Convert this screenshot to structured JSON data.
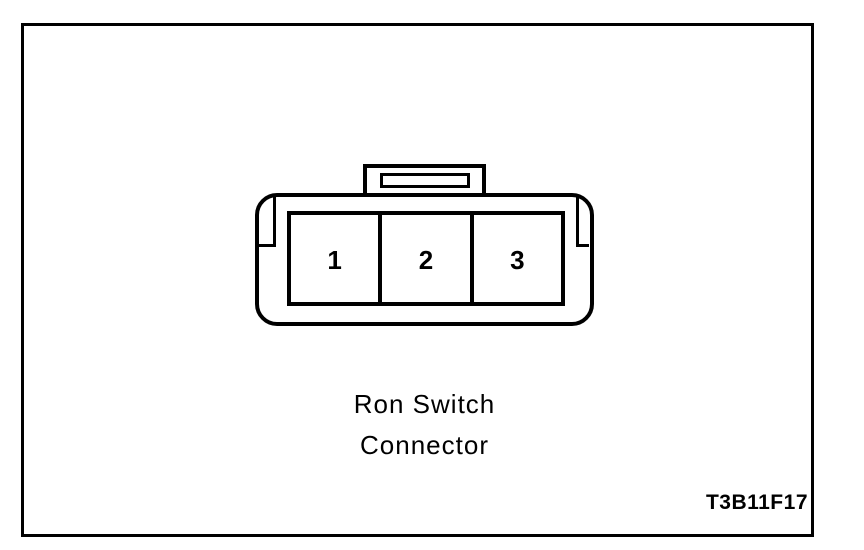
{
  "window": {
    "background_color": "#ffffff",
    "line_color": "#000000"
  },
  "diagram": {
    "type": "connector-face-view",
    "pins": [
      "1",
      "2",
      "3"
    ],
    "caption": {
      "line1": "Ron Switch",
      "line2": "Connector"
    },
    "figure_code": "T3B11F17"
  }
}
